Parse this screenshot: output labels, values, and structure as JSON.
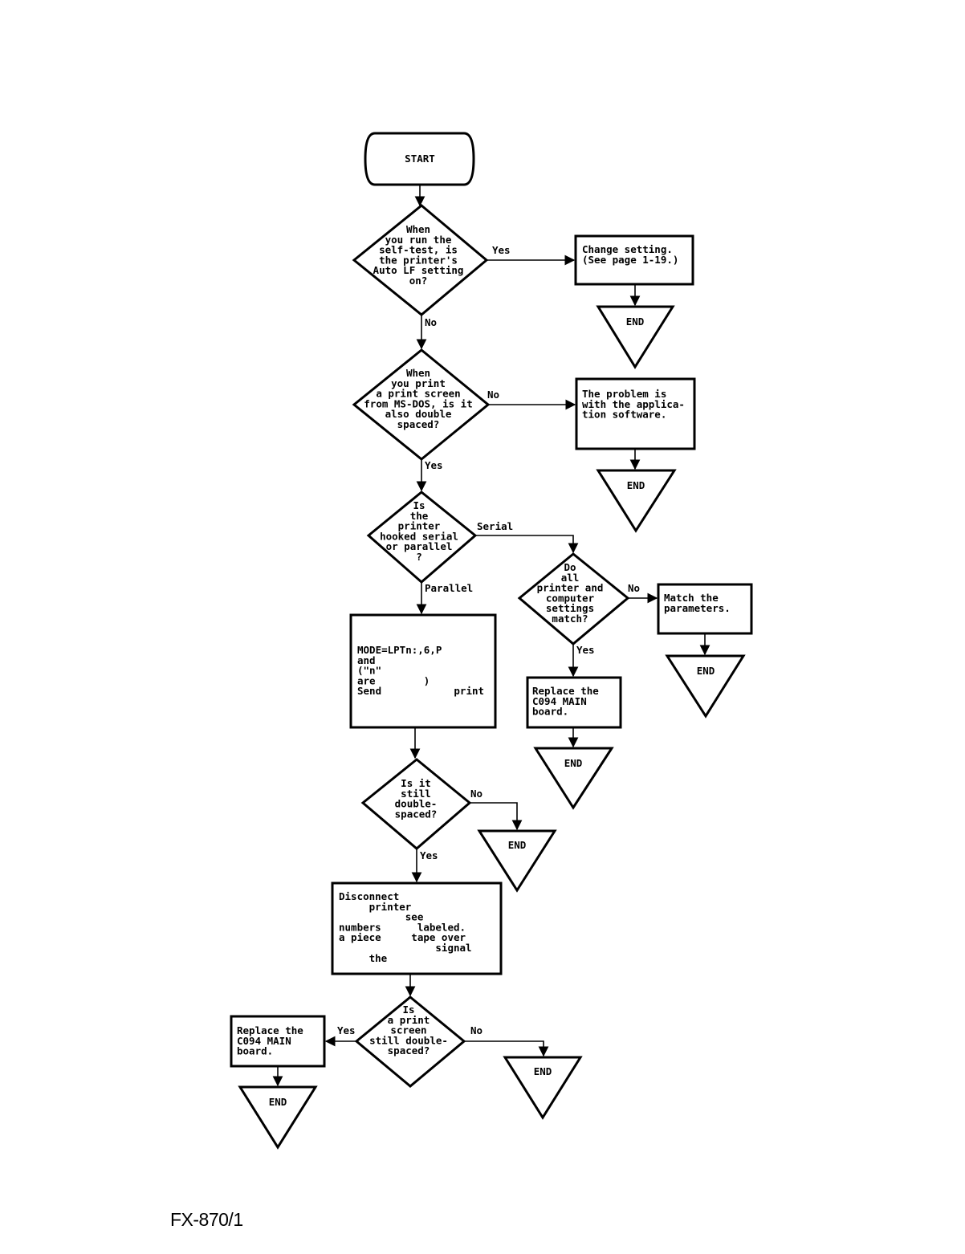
{
  "footer": "FX-870/1",
  "nodes": {
    "start": "START",
    "q_autolf": [
      "When",
      "you run the",
      "self-test, is",
      "the printer's",
      "Auto LF setting",
      "on?"
    ],
    "change_setting": [
      "Change setting.",
      "(See page 1-19.)"
    ],
    "end1": "END",
    "q_printscreen": [
      "When",
      "you print",
      "a print screen",
      "from MS-DOS, is it",
      "also double",
      "spaced?"
    ],
    "app_problem": [
      "The problem is",
      "with the applica-",
      "tion software."
    ],
    "end2": "END",
    "q_serial_parallel": [
      "Is",
      "the",
      "printer",
      "hooked serial",
      "or parallel",
      "?"
    ],
    "q_settings_match": [
      "Do",
      "all",
      "printer and",
      "computer",
      "settings",
      "match?"
    ],
    "match_params": [
      "Match the",
      "parameters."
    ],
    "end3": "END",
    "mode_box": [
      "MODE=LPTn:,6,P",
      "and",
      "(\"n\"",
      "are        )",
      "",
      "Send            print"
    ],
    "replace_main_1": [
      "Replace the",
      "C094 MAIN",
      "board."
    ],
    "end4": "END",
    "q_still_double": [
      "Is it",
      "still",
      "double-",
      "spaced?"
    ],
    "end5": "END",
    "disconnect_box": [
      "Disconnect",
      "     printer",
      "           see",
      "numbers      labeled.",
      "a piece     tape over",
      "                signal",
      "     the"
    ],
    "q_print_screen_still": [
      "Is",
      "a print",
      "screen",
      "still double-",
      "spaced?"
    ],
    "replace_main_2": [
      "Replace the",
      "C094 MAIN",
      "board."
    ],
    "end6": "END",
    "end7": "END"
  },
  "edge_labels": {
    "autolf_yes": "Yes",
    "autolf_no": "No",
    "printscreen_no": "No",
    "printscreen_yes": "Yes",
    "serial": "Serial",
    "parallel": "Parallel",
    "settings_no": "No",
    "settings_yes": "Yes",
    "still_double_no": "No",
    "still_double_yes": "Yes",
    "ps_still_yes": "Yes",
    "ps_still_no": "No"
  }
}
